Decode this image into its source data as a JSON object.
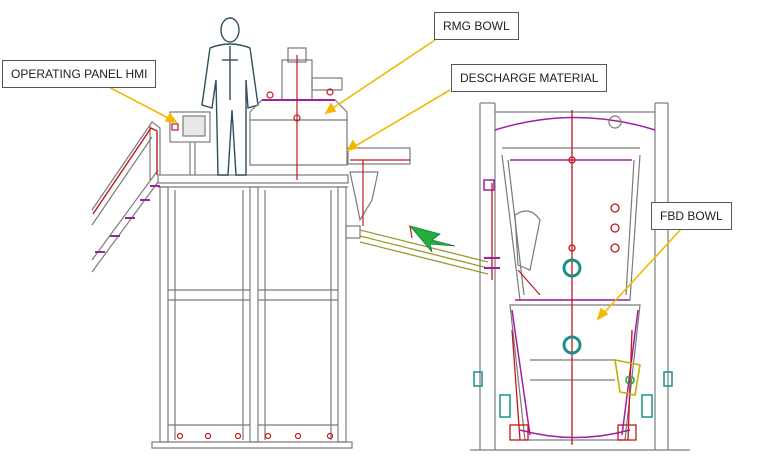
{
  "labels": {
    "operating_panel": "OPERATING PANEL HMI",
    "rmg_bowl": "RMG BOWL",
    "discharge_material": "DESCHARGE MATERIAL",
    "fbd_bowl": "FBD BOWL"
  },
  "colors": {
    "frame": "#7a7a7a",
    "red_line": "#c0171d",
    "magenta": "#a020a0",
    "teal": "#1a8f8a",
    "arrow_yellow": "#f2b800",
    "flow_green": "#20b040",
    "olive": "#9a9a2a",
    "person": "#2f4f5a"
  },
  "icons": [
    "person-icon",
    "hmi-panel-icon",
    "arrow-icon"
  ]
}
